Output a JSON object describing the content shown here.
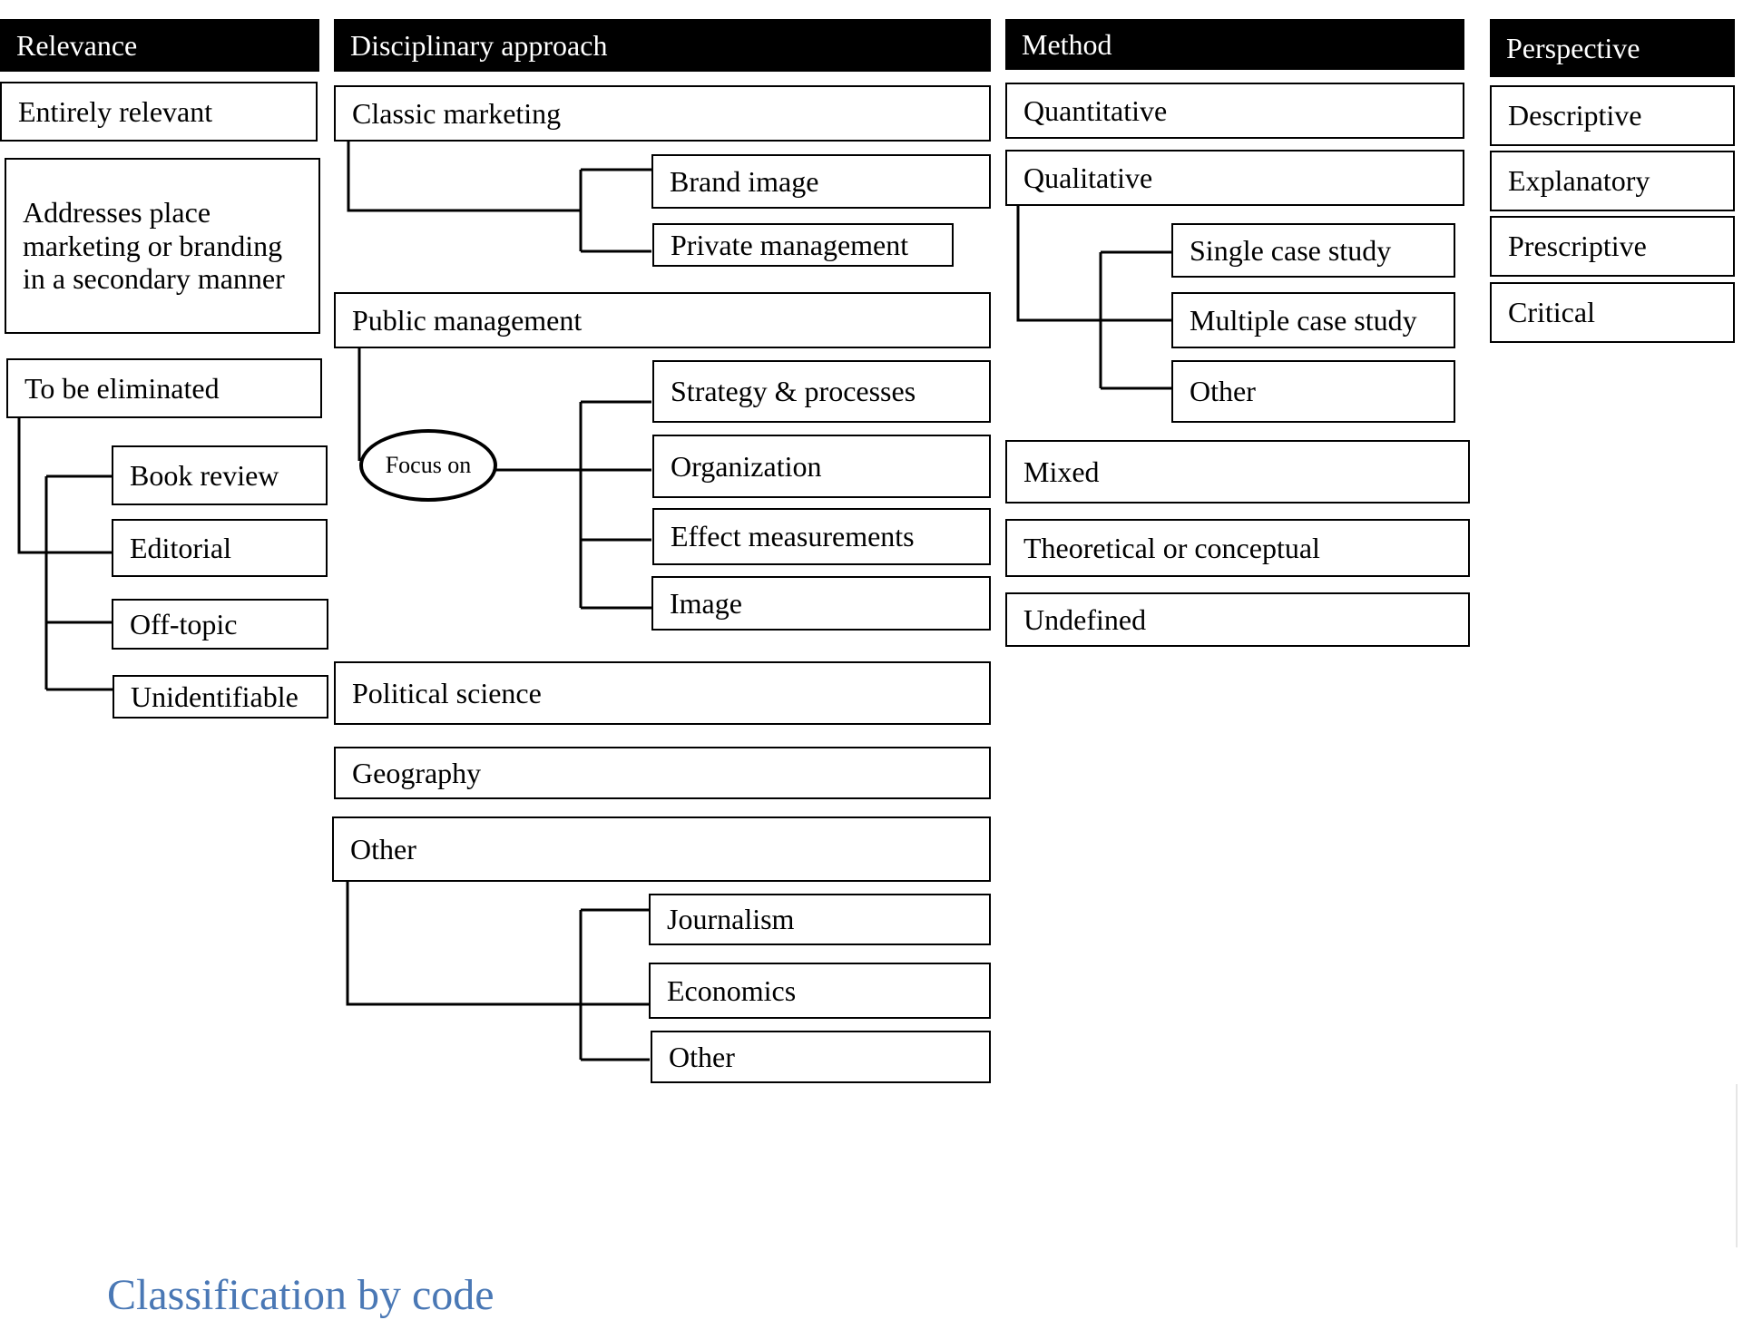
{
  "columns": {
    "relevance": {
      "header": "Relevance",
      "items": [
        "Entirely relevant",
        "Addresses place marketing or branding in a secondary manner",
        "To be eliminated"
      ],
      "eliminated_children": [
        "Book review",
        "Editorial",
        "Off-topic",
        "Unidentifiable"
      ]
    },
    "disciplinary": {
      "header": "Disciplinary approach",
      "classic_marketing": "Classic marketing",
      "classic_children": [
        "Brand image",
        "Private management"
      ],
      "public_management": "Public management",
      "focus_on": "Focus on",
      "public_children": [
        "Strategy & processes",
        "Organization",
        "Effect measurements",
        "Image"
      ],
      "political_science": "Political science",
      "geography": "Geography",
      "other": "Other",
      "other_children": [
        "Journalism",
        "Economics",
        "Other"
      ]
    },
    "method": {
      "header": "Method",
      "quantitative": "Quantitative",
      "qualitative": "Qualitative",
      "qualitative_children": [
        "Single case study",
        "Multiple case study",
        "Other"
      ],
      "mixed": "Mixed",
      "theoretical": "Theoretical or conceptual",
      "undefined": "Undefined"
    },
    "perspective": {
      "header": "Perspective",
      "items": [
        "Descriptive",
        "Explanatory",
        "Prescriptive",
        "Critical"
      ]
    }
  },
  "caption": "Classification by code"
}
